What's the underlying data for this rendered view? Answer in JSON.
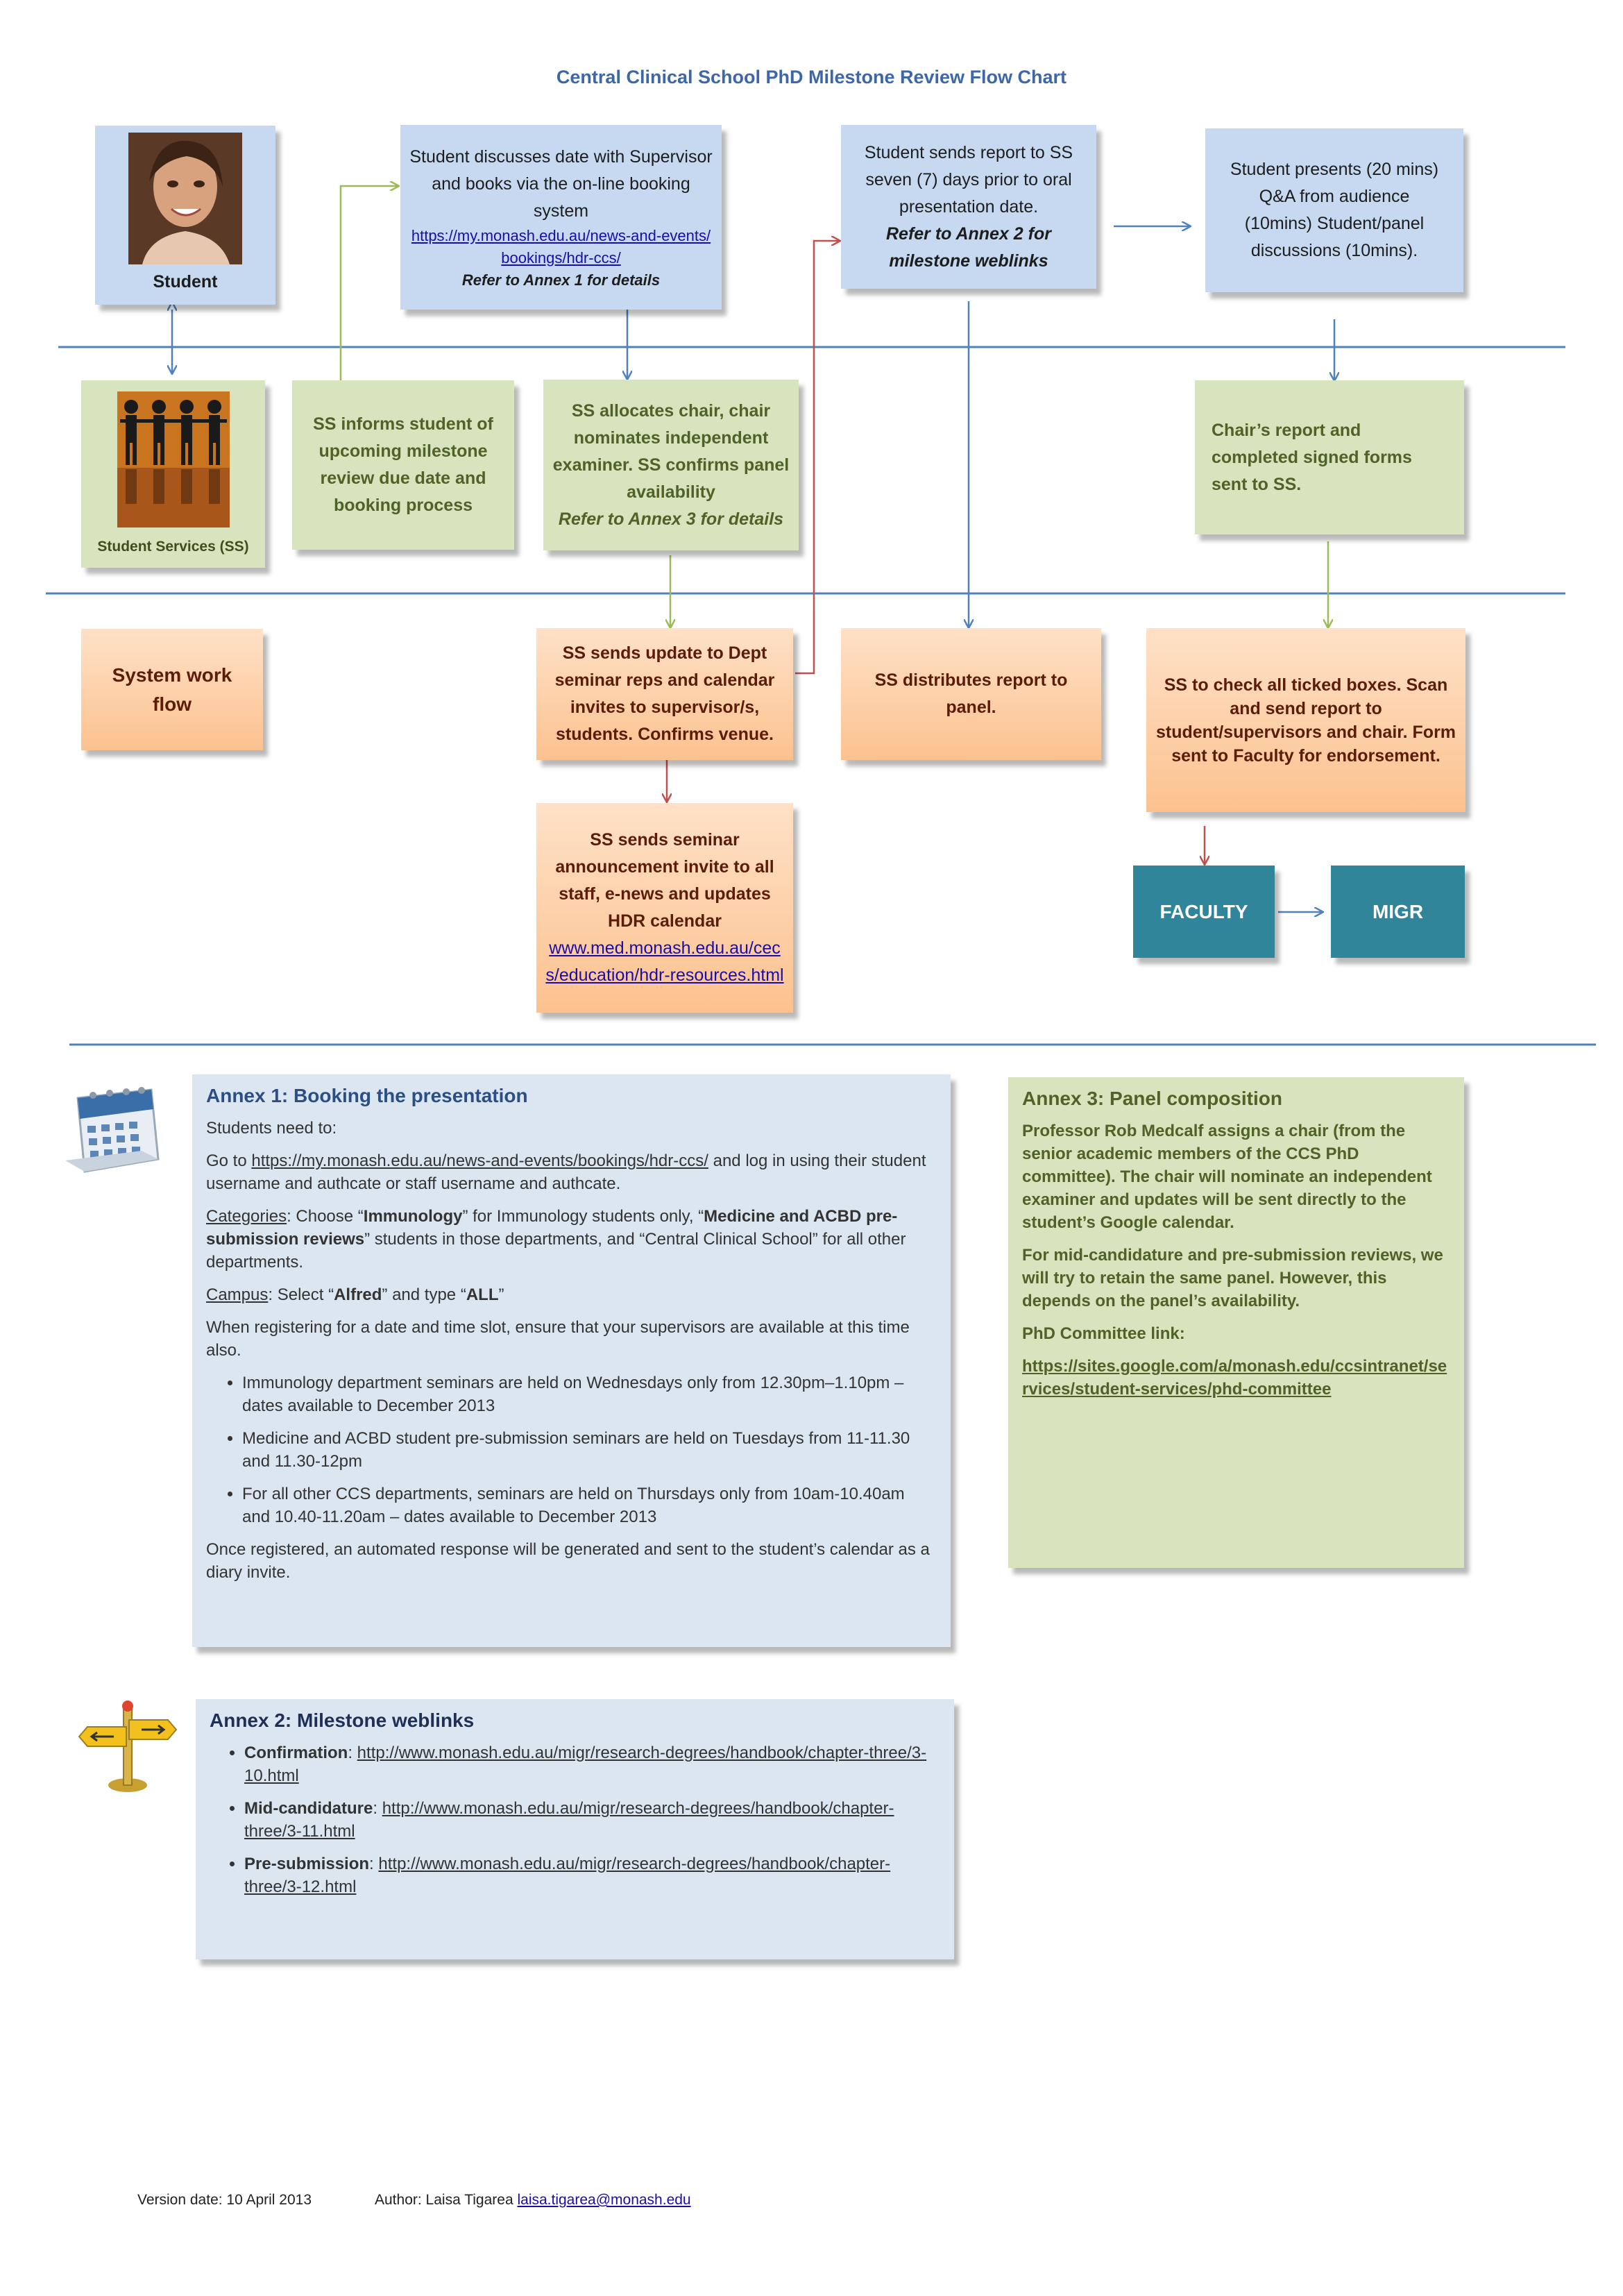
{
  "title": "Central Clinical School PhD Milestone Review Flow Chart",
  "student": {
    "label": "Student"
  },
  "ss": {
    "label": "Student Services (SS)"
  },
  "system": {
    "label_line1": "System work",
    "label_line2": "flow"
  },
  "box1": {
    "text": "Student discusses date with Supervisor and books via the on-line booking system",
    "link": "https://my.monash.edu.au/news-and-events/bookings/hdr-ccs/",
    "note": "Refer to Annex 1 for details"
  },
  "box2": {
    "text": "Student sends report to SS seven (7) days prior to oral presentation date.",
    "note": "Refer to Annex 2 for milestone weblinks"
  },
  "box3": {
    "text": "Student presents (20 mins) Q&A from audience (10mins) Student/panel discussions (10mins)."
  },
  "green1": {
    "text": "SS informs student of upcoming milestone review due date and booking process"
  },
  "green2": {
    "text": "SS allocates chair, chair nominates independent examiner. SS confirms panel availability",
    "note": "Refer to Annex 3 for details"
  },
  "green3": {
    "text": "Chair’s report and completed signed forms sent to SS."
  },
  "orange1": {
    "text": "SS sends update to Dept seminar reps and calendar invites to supervisor/s, students. Confirms venue."
  },
  "orange2": {
    "text": "SS distributes report to panel."
  },
  "orange3": {
    "text": "SS to check all ticked boxes. Scan and send report to student/supervisors and chair. Form sent to Faculty for endorsement."
  },
  "orange4": {
    "text": "SS sends seminar announcement invite to all staff, e-news and updates HDR calendar",
    "link": "www.med.monash.edu.au/cecs/education/hdr-resources.html"
  },
  "faculty": {
    "label": "FACULTY"
  },
  "migr": {
    "label": "MIGR"
  },
  "annex1": {
    "title": "Annex 1: Booking the presentation",
    "intro": "Students need to:",
    "goto_prefix": "Go to ",
    "goto_link": "https://my.monash.edu.au/news-and-events/bookings/hdr-ccs/",
    "goto_suffix": " and log in using their student username and authcate or staff username and authcate.",
    "categories_label": "Categories",
    "categories_a": ": Choose “",
    "categories_b": "Immunology",
    "categories_c": "” for Immunology students only, “",
    "categories_d": "Medicine and ACBD pre-submission reviews",
    "categories_e": "” students in those departments, and “Central Clinical School” for all other departments.",
    "campus_label": "Campus",
    "campus_a": ": Select “",
    "campus_b": "Alfred",
    "campus_c": "” and type “",
    "campus_d": "ALL",
    "campus_e": "”",
    "registering": "When registering for a date and time slot, ensure that your supervisors are available at this time also.",
    "bullets": [
      "Immunology department seminars are held on Wednesdays only from 12.30pm–1.10pm – dates available to December 2013",
      "Medicine and ACBD student pre-submission seminars are held on Tuesdays from 11-11.30 and 11.30-12pm",
      "For all other CCS departments, seminars are held on Thursdays only from 10am-10.40am and 10.40-11.20am – dates available to December 2013"
    ],
    "closing": "Once registered, an automated response will be generated and sent to the student’s calendar as a diary invite."
  },
  "annex2": {
    "title": "Annex 2: Milestone weblinks",
    "items": [
      {
        "label": "Confirmation",
        "link": "http://www.monash.edu.au/migr/research-degrees/handbook/chapter-three/3-10.html"
      },
      {
        "label": "Mid-candidature",
        "link": "http://www.monash.edu.au/migr/research-degrees/handbook/chapter-three/3-11.html"
      },
      {
        "label": "Pre-submission",
        "link": "http://www.monash.edu.au/migr/research-degrees/handbook/chapter-three/3-12.html"
      }
    ]
  },
  "annex3": {
    "title": "Annex 3: Panel composition",
    "p1": "Professor Rob Medcalf assigns a chair (from the senior academic members of the CCS PhD committee). The chair will nominate an independent examiner and updates will be sent directly to the student’s Google calendar.",
    "p2": "For mid-candidature and pre-submission reviews, we will try to retain the same panel. However, this depends on the panel’s availability.",
    "p3": "PhD Committee link:",
    "link": "https://sites.google.com/a/monash.edu/ccsintranet/services/student-services/phd-committee"
  },
  "footer": {
    "version": "Version date: 10 April 2013",
    "author": "Author: Laisa Tigarea",
    "email": "laisa.tigarea@monash.edu"
  }
}
